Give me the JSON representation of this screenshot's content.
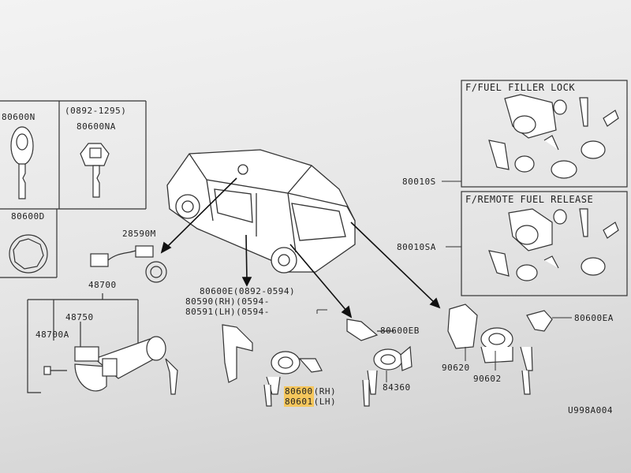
{
  "keys": {
    "key_left": "80600N",
    "key_right_note": "(0892-1295)",
    "key_right": "80600NA",
    "ring": "80600D"
  },
  "ignition": {
    "harness": "28590M",
    "cylinder_assy": "48700",
    "sub1": "48750",
    "sub2": "48700A"
  },
  "door_locks": {
    "line1": "80600E(0892-0594)",
    "line2": "80590(RH)(0594-",
    "line3": "80591(LH)(0594-",
    "bracket": "80600EB",
    "rh_code": "80600",
    "rh_side": "(RH)",
    "lh_code": "80601",
    "lh_side": "(LH)",
    "back": "84360"
  },
  "fuel": {
    "box1_title": "F/FUEL FILLER LOCK",
    "box1_part": "80010S",
    "box2_title": "F/REMOTE FUEL RELEASE",
    "box2_part": "80010SA",
    "housing": "90620",
    "lock": "90602",
    "bracket": "80600EA"
  },
  "figure_code": "U998A004",
  "colors": {
    "ink": "#222222",
    "highlight": "#f5c65c"
  }
}
